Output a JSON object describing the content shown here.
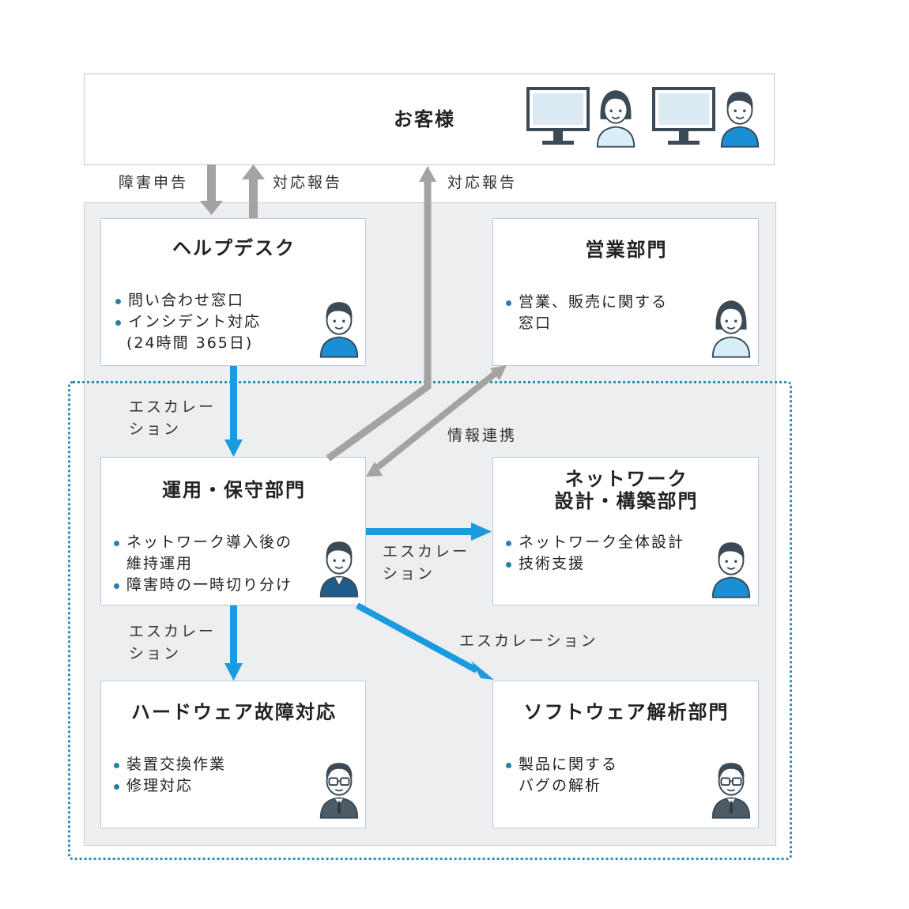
{
  "customer": {
    "title": "お客様"
  },
  "helpdesk": {
    "title": "ヘルプデスク",
    "items": [
      "問い合わせ窓口",
      "インシデント対応",
      "(24時間 365日)"
    ]
  },
  "sales": {
    "title": "営業部門",
    "items": [
      "営業、販売に関する",
      "窓口"
    ]
  },
  "operations": {
    "title": "運用・保守部門",
    "items": [
      "ネットワーク導入後の",
      "維持運用",
      "障害時の一時切り分け"
    ]
  },
  "network": {
    "title_line1": "ネットワーク",
    "title_line2": "設計・構築部門",
    "items": [
      "ネットワーク全体設計",
      "技術支援"
    ]
  },
  "hardware": {
    "title": "ハードウェア故障対応",
    "items": [
      "装置交換作業",
      "修理対応"
    ]
  },
  "software": {
    "title": "ソフトウェア解析部門",
    "items": [
      "製品に関する",
      "バグの解析"
    ]
  },
  "labels": {
    "fault_report": "障害申告",
    "response_report_1": "対応報告",
    "response_report_2": "対応報告",
    "info_link": "情報連携",
    "escalation_1a": "エスカレー",
    "escalation_1b": "ション",
    "escalation_2a": "エスカレー",
    "escalation_2b": "ション",
    "escalation_3a": "エスカレー",
    "escalation_3b": "ション",
    "escalation_4": "エスカレーション"
  },
  "colors": {
    "blue_arrow": "#1a9be0",
    "gray_arrow": "#a0a0a0",
    "dotted_border": "#2a8fb8",
    "region_bg": "#eceeef"
  },
  "icons": [
    "monitor-icon",
    "woman-icon",
    "man-icon",
    "man-glasses-icon"
  ]
}
